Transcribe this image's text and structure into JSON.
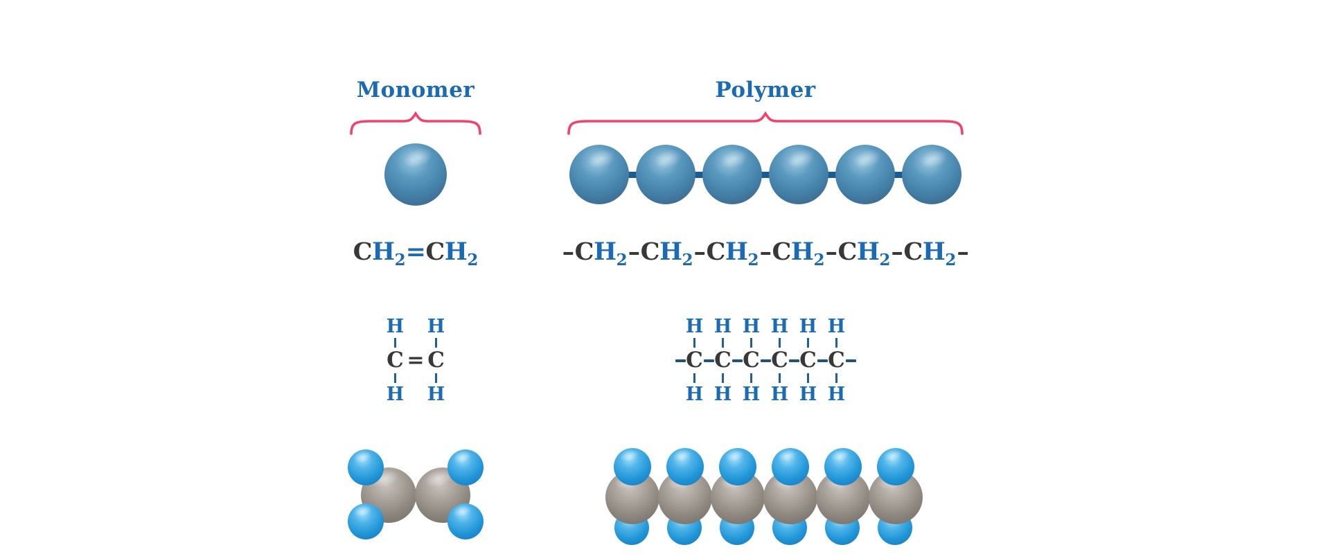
{
  "colors": {
    "background": "#ffffff",
    "title_blue": "#1a6bb3",
    "atom_h_blue": "#1a6bb3",
    "carbon_dark": "#383838",
    "brace_pink": "#f4406b",
    "bond_blue": "#1e5f9c",
    "bond_navy": "#1d5380",
    "bead_connector_navy": "#1a5c8f"
  },
  "monomer": {
    "title": "Monomer",
    "bead_count": 1,
    "formula_tokens": [
      {
        "t": "C",
        "c": "dark"
      },
      {
        "t": "H",
        "c": "blue"
      },
      {
        "t": "2",
        "c": "blue",
        "sub": true
      },
      {
        "t": "=",
        "c": "blue"
      },
      {
        "t": "C",
        "c": "dark"
      },
      {
        "t": "H",
        "c": "blue"
      },
      {
        "t": "2",
        "c": "blue",
        "sub": true
      }
    ],
    "structural": {
      "hydrogen": "H",
      "carbon": "C",
      "double_bond": "=",
      "unit_count": 2,
      "end_dashes": false
    },
    "ball_model": {
      "carbon_count": 2,
      "hydrogen_count": 4
    }
  },
  "polymer": {
    "title": "Polymer",
    "bead_count": 6,
    "formula_tokens": [
      {
        "t": "–",
        "c": "dark",
        "dash": true
      },
      {
        "t": "C",
        "c": "dark"
      },
      {
        "t": "H",
        "c": "blue"
      },
      {
        "t": "2",
        "c": "blue",
        "sub": true
      },
      {
        "t": "–",
        "c": "dark",
        "dash": true
      },
      {
        "t": "C",
        "c": "dark"
      },
      {
        "t": "H",
        "c": "blue"
      },
      {
        "t": "2",
        "c": "blue",
        "sub": true
      },
      {
        "t": "–",
        "c": "dark",
        "dash": true
      },
      {
        "t": "C",
        "c": "dark"
      },
      {
        "t": "H",
        "c": "blue"
      },
      {
        "t": "2",
        "c": "blue",
        "sub": true
      },
      {
        "t": "–",
        "c": "dark",
        "dash": true
      },
      {
        "t": "C",
        "c": "dark"
      },
      {
        "t": "H",
        "c": "blue"
      },
      {
        "t": "2",
        "c": "blue",
        "sub": true
      },
      {
        "t": "–",
        "c": "dark",
        "dash": true
      },
      {
        "t": "C",
        "c": "dark"
      },
      {
        "t": "H",
        "c": "blue"
      },
      {
        "t": "2",
        "c": "blue",
        "sub": true
      },
      {
        "t": "–",
        "c": "dark",
        "dash": true
      },
      {
        "t": "C",
        "c": "dark"
      },
      {
        "t": "H",
        "c": "blue"
      },
      {
        "t": "2",
        "c": "blue",
        "sub": true
      },
      {
        "t": "–",
        "c": "dark",
        "dash": true
      }
    ],
    "structural": {
      "hydrogen": "H",
      "carbon": "C",
      "unit_count": 6,
      "end_dashes": true
    },
    "ball_model": {
      "carbon_count": 6,
      "hydrogens_per_carbon": 2
    }
  }
}
